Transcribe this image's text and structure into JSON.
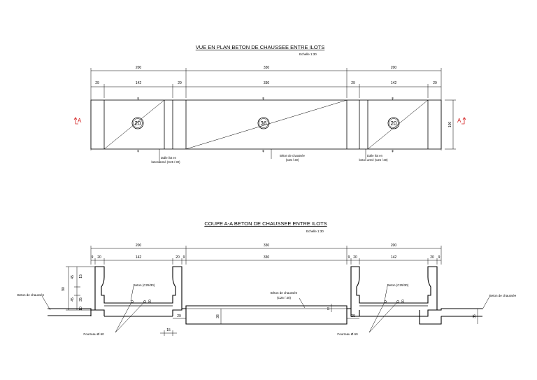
{
  "plan": {
    "title": "VUE EN PLAN BETON DE CHAUSSEE  ENTRE ILOTS",
    "scale": "Echelle 1:30",
    "dims_top": [
      "200",
      "330",
      "200"
    ],
    "dims_sub": [
      "29",
      "142",
      "29",
      "330",
      "29",
      "142",
      "29"
    ],
    "dim_height": "100",
    "section_mark": "A",
    "circles": [
      "20",
      "36",
      "20"
    ],
    "note_left": [
      "Dalle ilot en",
      "beton armé (C25 / 30)"
    ],
    "note_mid": [
      "Béton de chaussée",
      "(C25 / 30)"
    ],
    "note_right": [
      "Dalle ilot en",
      "beton armé (C25 / 30)"
    ]
  },
  "section": {
    "title": "COUPE A-A  BETON DE CHAUSSEE ENTRE ILOTS",
    "scale": "Echelle 1:30",
    "dims_top": [
      "200",
      "330",
      "200"
    ],
    "dims_sub": [
      "9",
      "20",
      "142",
      "20",
      "9",
      "330",
      "9",
      "20",
      "142",
      "20",
      "9"
    ],
    "vert_dims": [
      "90",
      "45",
      "15",
      "45",
      "35",
      "10"
    ],
    "dim_20": "20",
    "dim_29": "29",
    "dim_36": "36",
    "dim_15": "15",
    "dim_10": "10",
    "label_chaussee_left": "Beton de chaussée",
    "label_beton_left": "Beton (C25/30)",
    "label_mid": [
      "Béton de chaussée",
      "(C25 / 30)"
    ],
    "label_beton_right": "Beton (C25/30)",
    "label_chaussee_right": "Beton de chaussée",
    "fourreau_left": "Fourreau Ø 60",
    "fourreau_right": "Fourreau Ø 60"
  }
}
